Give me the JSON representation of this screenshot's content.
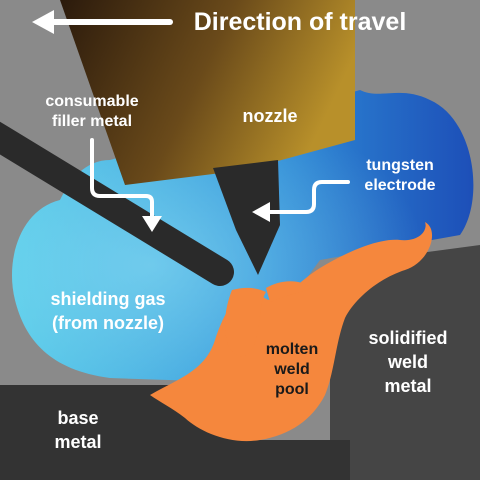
{
  "title": "Direction of travel",
  "labels": {
    "nozzle": "nozzle",
    "filler_line1": "consumable",
    "filler_line2": "filler metal",
    "tungsten_line1": "tungsten",
    "tungsten_line2": "electrode",
    "shield_line1": "shielding gas",
    "shield_line2": "(from nozzle)",
    "molten_line1": "molten",
    "molten_line2": "weld",
    "molten_line3": "pool",
    "solid_line1": "solidified",
    "solid_line2": "weld",
    "solid_line3": "metal",
    "base_line1": "base",
    "base_line2": "metal"
  },
  "colors": {
    "background": "#8a8a8a",
    "nozzle_dark": "#2b1a0c",
    "nozzle_light": "#b8902a",
    "gas_light": "#4cc3e3",
    "gas_dark": "#1f5fbf",
    "weld_orange": "#f5873d",
    "base_metal": "#333333",
    "solid_metal": "#454545",
    "electrode": "#2a2a2a",
    "text": "#ffffff"
  }
}
